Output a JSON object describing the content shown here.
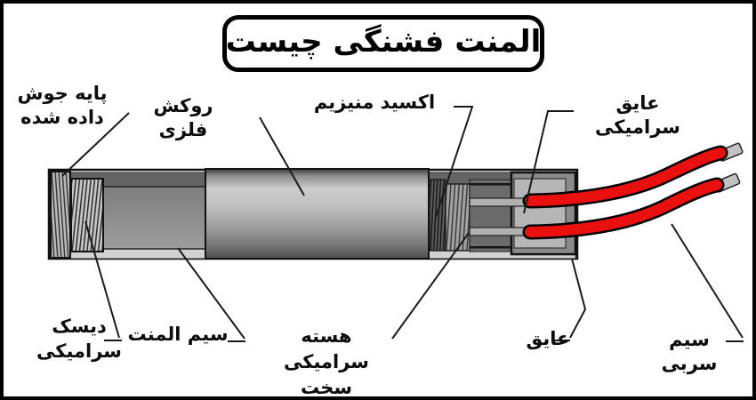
{
  "title": "المنت فشنگی چیست",
  "labels": {
    "welded_base": {
      "line1": "پایه جوش",
      "line2": "داده شده"
    },
    "metal_sheath": "روکش فلزی",
    "magnesium_oxide": "اکسید منیزیم",
    "ceramic_insulator": "عایق سرامیکی",
    "ceramic_disc": {
      "line1": "دیسک",
      "line2": "سرامیکی"
    },
    "element_wire": "سیم المنت",
    "hard_ceramic_core": {
      "line1": "هسته سرامیکی",
      "line2": "سخت"
    },
    "insulator": "عایق",
    "lead_wire": "سیم سربی"
  },
  "colors": {
    "bg": "#ffffff",
    "wire_red": "#ea1010",
    "outline": "#111111",
    "tip_silver": "#c2c2c2"
  }
}
